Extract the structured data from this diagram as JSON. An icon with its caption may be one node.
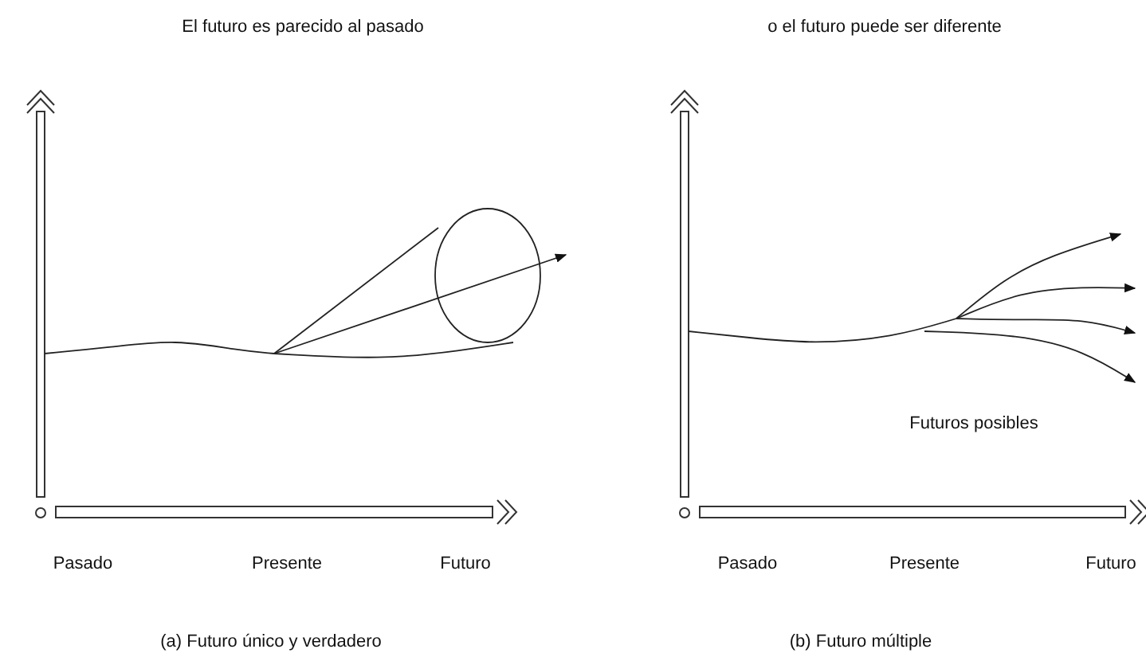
{
  "diagram": {
    "labels": [
      "El futuro es parecido al pasado",
      "o el futuro puede ser diferente",
      "Futuros posibles",
      "Pasado",
      "Presente",
      "Futuro",
      "Pasado",
      "Presente",
      "Futuro",
      "(a) Futuro único y verdadero",
      "(b) Futuro múltiple"
    ]
  }
}
